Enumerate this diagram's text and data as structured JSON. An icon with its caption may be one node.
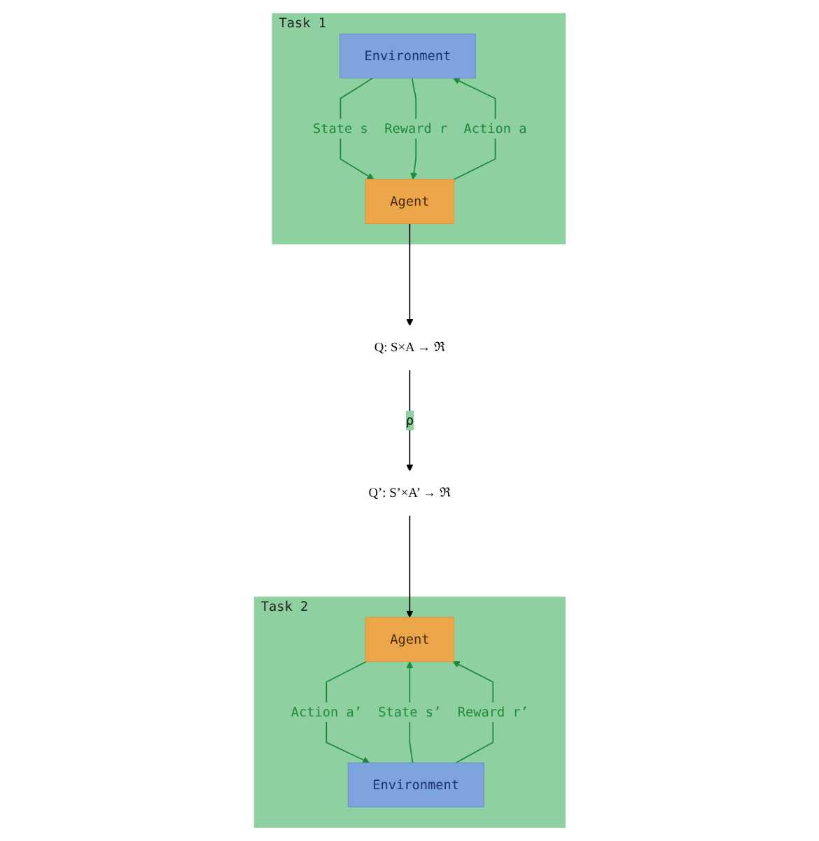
{
  "diagram": {
    "nodes": [
      {
        "text": [
          "Task 1"
        ]
      },
      {
        "text": [
          "Environment"
        ],
        "in": 0
      },
      {
        "text": [
          "Agent"
        ],
        "in": 0
      },
      {
        "text": [
          "Q: S×A → ℜ"
        ]
      },
      {
        "text": [
          "Task 2"
        ]
      },
      {
        "text": [
          "Environment"
        ],
        "in": 4
      },
      {
        "text": [
          "Agent"
        ],
        "in": 4
      },
      {
        "text": [
          "Q’: S’×A’ → ℜ"
        ]
      }
    ],
    "edges": [
      {
        "from": 2,
        "to": 1,
        "arrow": "to",
        "label": "Action a"
      },
      {
        "from": 1,
        "to": 2,
        "arrow": "to",
        "label": "State s"
      },
      {
        "from": 1,
        "to": 2,
        "arrow": "to",
        "label": "Reward r"
      },
      {
        "from": 2,
        "to": 3,
        "arrow": "to",
        "color": "#000000"
      },
      {
        "from": 3,
        "to": 7,
        "arrow": "to",
        "label": "ρ",
        "color": "#000000"
      },
      {
        "from": 5,
        "to": 6,
        "arrow": "to",
        "label": "State s’"
      },
      {
        "from": 5,
        "to": 6,
        "arrow": "to",
        "label": "Reward r’"
      },
      {
        "from": 6,
        "to": 5,
        "arrow": "to",
        "label": "Action a’"
      },
      {
        "from": 7,
        "to": 6,
        "arrow": "to",
        "color": "#000000"
      }
    ]
  }
}
